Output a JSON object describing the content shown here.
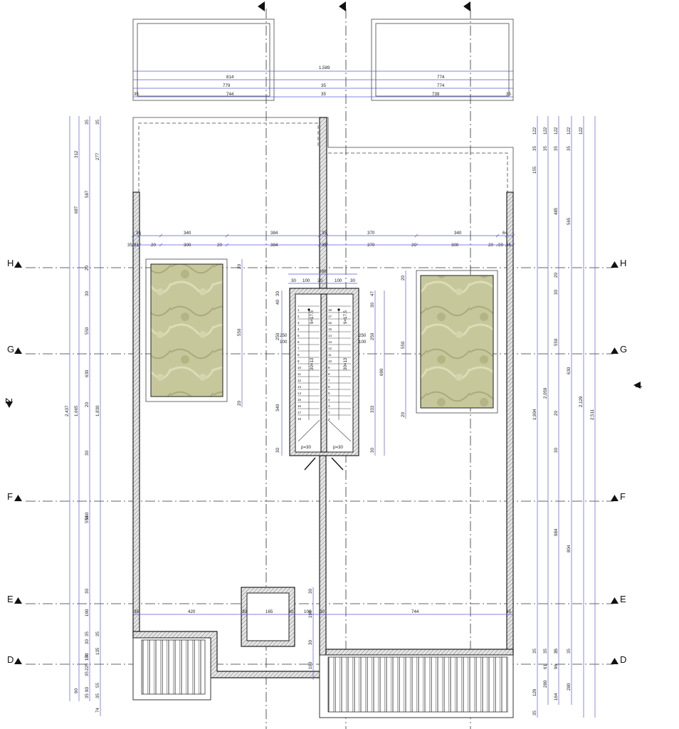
{
  "grid_axes": {
    "horizontal": [
      "H",
      "G",
      "F",
      "E",
      "D"
    ],
    "side_markers": [
      "Z",
      "I"
    ]
  },
  "top_dims": {
    "total": "1,589",
    "row1": [
      "814",
      "774"
    ],
    "row2": [
      "779",
      "35",
      "774"
    ],
    "row3": [
      "35",
      "744",
      "35",
      "739",
      "35"
    ]
  },
  "upper_dims": {
    "row1": [
      "35",
      "340",
      "384",
      "35",
      "370",
      "340",
      "64"
    ],
    "row2": [
      "35",
      "21",
      "20",
      "300",
      "20",
      "384",
      "35",
      "370",
      "20",
      "300",
      "20",
      "29",
      "35"
    ]
  },
  "stair": {
    "top": "280",
    "subtop": [
      "30",
      "100",
      "20",
      "100",
      "30"
    ],
    "left": [
      "250",
      "100"
    ],
    "right": [
      "250",
      "100"
    ],
    "left_v": [
      "40",
      "30",
      "250",
      "340",
      "30"
    ],
    "right_v": [
      "47",
      "30",
      "250",
      "690",
      "333",
      "30"
    ],
    "landing": [
      "p=30",
      "p=30"
    ],
    "flight_marks": [
      "9×17.5",
      "30×13"
    ],
    "steps": [
      "1",
      "2",
      "3",
      "4",
      "5",
      "6",
      "7",
      "8",
      "9",
      "10",
      "11",
      "12",
      "13",
      "14",
      "15",
      "16",
      "17",
      "18"
    ]
  },
  "opening_left": [
    "20",
    "550",
    "20"
  ],
  "opening_right": [
    "20",
    "550",
    "20"
  ],
  "left_dims": {
    "col1": [
      "2,437"
    ],
    "col2": [
      "312",
      "687",
      "1,665",
      "90"
    ],
    "col3": [
      "35",
      "587",
      "20",
      "30",
      "550",
      "630",
      "20",
      "30",
      "550",
      "960",
      "30",
      "190",
      "35",
      "170",
      "30",
      "100",
      "225",
      "35",
      "90",
      "35"
    ],
    "col4": [
      "35",
      "277",
      "1,830",
      "35",
      "135",
      "55",
      "35",
      "74"
    ]
  },
  "right_dims": {
    "col1": [
      "122",
      "35",
      "155",
      "1,904",
      "35",
      "129",
      "35"
    ],
    "col2": [
      "122",
      "35",
      "2,059",
      "35",
      "61",
      "280"
    ],
    "col3": [
      "122",
      "35",
      "485",
      "20",
      "30",
      "550",
      "20",
      "30",
      "984",
      "35",
      "96",
      "35",
      "164"
    ],
    "col4": [
      "122",
      "35",
      "565",
      "630",
      "804",
      "35",
      "280"
    ],
    "col5": [
      "122",
      "2,129"
    ],
    "col6": [
      "2,511"
    ]
  },
  "bottom_dims": [
    "35",
    "420",
    "30",
    "165",
    "30",
    "100",
    "30",
    "744",
    "35"
  ],
  "shaft_dims": [
    "30",
    "190",
    "30",
    "190"
  ]
}
